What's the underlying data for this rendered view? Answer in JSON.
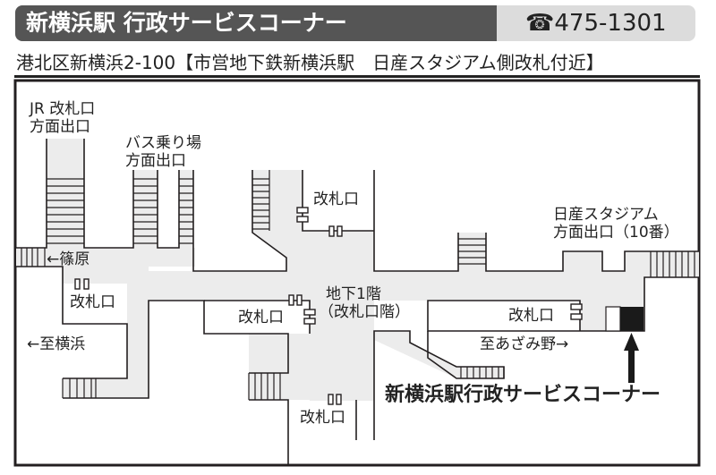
{
  "header": {
    "title": "新横浜駅 行政サービスコーナー",
    "phone_icon": "telephone-icon",
    "phone_symbol": "☎",
    "phone": "475-1301"
  },
  "address": "港北区新横浜2-100【市営地下鉄新横浜駅　日産スタジアム側改札付近】",
  "map": {
    "jr_exit": [
      "JR 改札口",
      "方面出口"
    ],
    "bus_exit": [
      "バス乗り場",
      "方面出口"
    ],
    "stadium_exit": [
      "日産スタジアム",
      "方面出口（10番）"
    ],
    "to_shinohara": "←篠原",
    "to_yokohama": "←至横浜",
    "to_azamino": "至あざみ野→",
    "floor": [
      "地下1階",
      "（改札口階）"
    ],
    "ticket_gate": "改札口",
    "service_corner": "新横浜駅行政サービスコーナー",
    "colors": {
      "corridor": "#ececec",
      "line": "#231f20",
      "marker": "#1a1a1a"
    }
  }
}
